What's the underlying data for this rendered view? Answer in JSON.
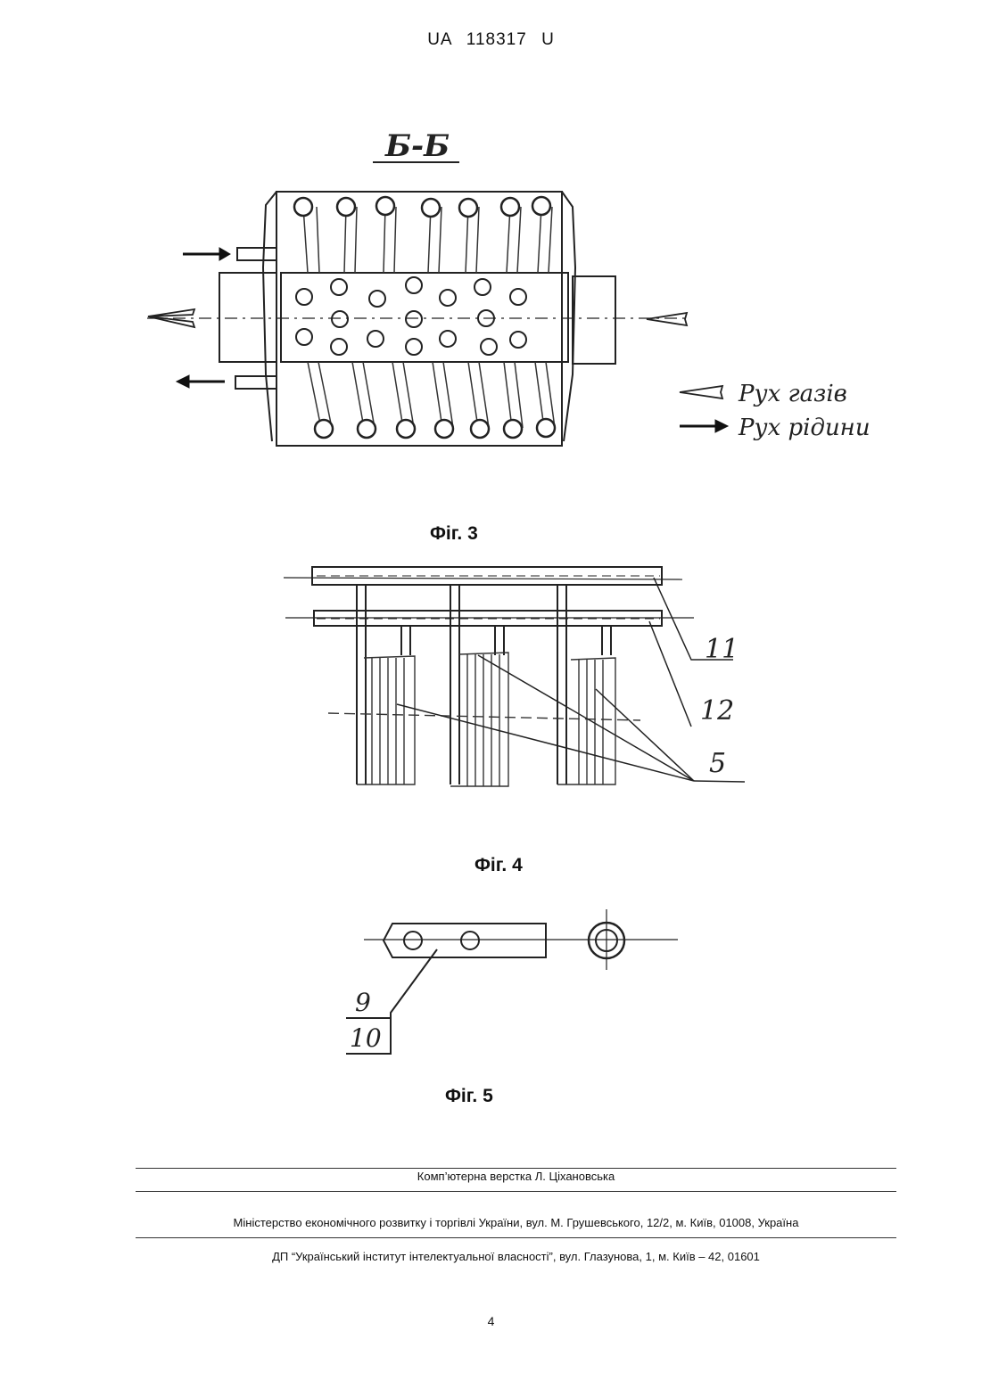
{
  "header": {
    "doc_number": "UA   118317   U"
  },
  "fig3": {
    "section_label": "Б-Б",
    "legend_gas": "Рух газів",
    "legend_liquid": "Рух рідини",
    "caption": "Фіг. 3"
  },
  "fig4": {
    "ref_11": "11",
    "ref_12": "12",
    "ref_5": "5",
    "caption": "Фіг. 4"
  },
  "fig5": {
    "ref_9": "9",
    "ref_10": "10",
    "caption": "Фіг. 5"
  },
  "footer": {
    "line1": "Комп’ютерна верстка Л. Ціхановська",
    "line2": "Міністерство економічного розвитку і торгівлі України, вул. М. Грушевського, 12/2, м. Київ, 01008, Україна",
    "line3": "ДП “Український інститут інтелектуальної власності”, вул. Глазунова, 1, м. Київ – 42, 01601"
  },
  "page_number": "4"
}
